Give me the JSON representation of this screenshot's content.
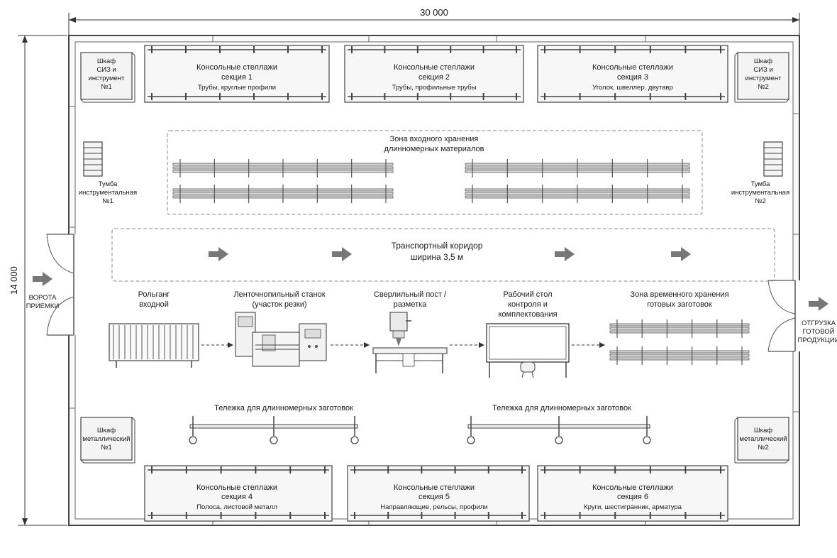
{
  "dimensions": {
    "width": "30 000",
    "height": "14 000"
  },
  "racks_top": [
    {
      "line1": "Консольные стеллажи",
      "line2": "секция 1",
      "line3": "Трубы, круглые профили"
    },
    {
      "line1": "Консольные стеллажи",
      "line2": "секция 2",
      "line3": "Трубы, профильные трубы"
    },
    {
      "line1": "Консольные стеллажи",
      "line2": "секция 3",
      "line3": "Уголок, швеллер, двутавр"
    }
  ],
  "racks_bottom": [
    {
      "line1": "Консольные стеллажи",
      "line2": "секция 4",
      "line3": "Полоса, листовой металл"
    },
    {
      "line1": "Консольные стеллажи",
      "line2": "секция 5",
      "line3": "Направляющие, рельсы, профили"
    },
    {
      "line1": "Консольные стеллажи",
      "line2": "секция 6",
      "line3": "Круги, шестигранник, арматура"
    }
  ],
  "cabinets_ppe": [
    {
      "line1": "Шкаф",
      "line2": "СИЗ и",
      "line3": "инструмент",
      "line4": "№1"
    },
    {
      "line1": "Шкаф",
      "line2": "СИЗ и",
      "line3": "инструмент",
      "line4": "№2"
    }
  ],
  "cabinets_metal": [
    {
      "line1": "Шкаф",
      "line2": "металлический",
      "line3": "№1"
    },
    {
      "line1": "Шкаф",
      "line2": "металлический",
      "line3": "№2"
    }
  ],
  "tool_stands": [
    {
      "line1": "Тумба",
      "line2": "инструментальная",
      "line3": "№1"
    },
    {
      "line1": "Тумба",
      "line2": "инструментальная",
      "line3": "№2"
    }
  ],
  "intake_storage": {
    "line1": "Зона входного хранения",
    "line2": "длинномерных материалов"
  },
  "corridor": {
    "line1": "Транспортный коридор",
    "line2": "ширина 3,5 м"
  },
  "gates": {
    "receiving": {
      "line1": "ВОРОТА",
      "line2": "ПРИЕМКИ"
    },
    "shipping": {
      "line1": "ОТГРУЗКА",
      "line2": "ГОТОВОЙ",
      "line3": "ПРОДУКЦИИ"
    }
  },
  "process": [
    {
      "line1": "Рольганг",
      "line2": "входной"
    },
    {
      "line1": "Ленточнопильный станок",
      "line2": "(участок резки)"
    },
    {
      "line1": "Сверлильный пост /",
      "line2": "разметка"
    },
    {
      "line1": "Рабочий стол",
      "line2": "контроля и",
      "line3": "комплектования"
    },
    {
      "line1": "Зона временного хранения",
      "line2": "готовых заготовок"
    }
  ],
  "carts": [
    {
      "label": "Тележка для длинномерных заготовок"
    },
    {
      "label": "Тележка для длинномерных заготовок"
    }
  ]
}
